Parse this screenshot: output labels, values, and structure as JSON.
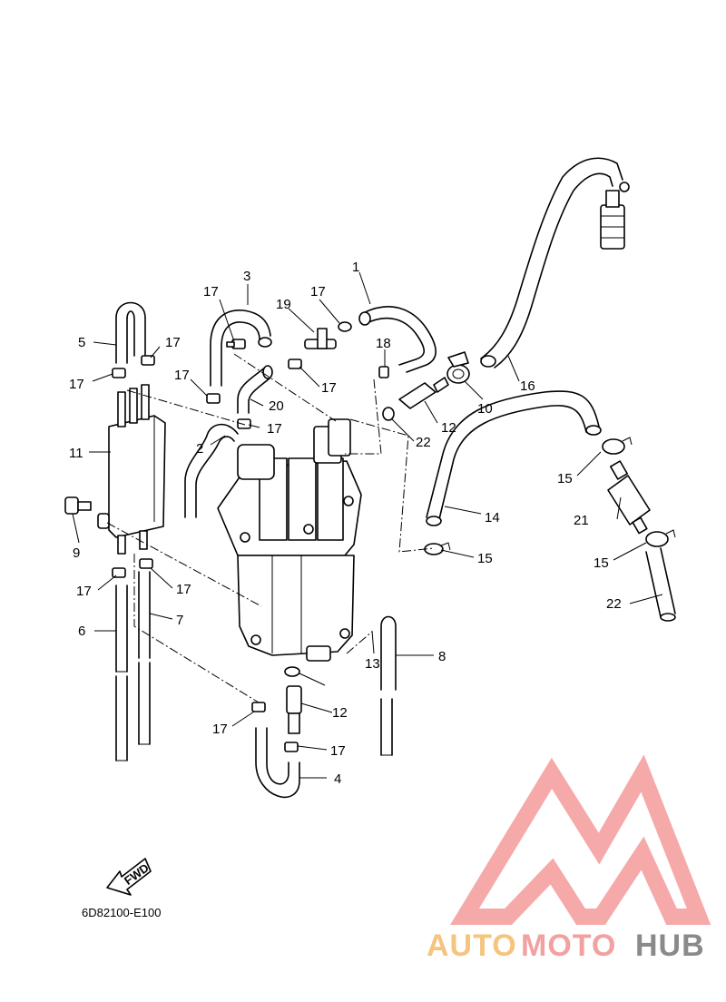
{
  "diagram": {
    "callouts": [
      {
        "id": "c1",
        "label": "1"
      },
      {
        "id": "c2",
        "label": "2"
      },
      {
        "id": "c3",
        "label": "3"
      },
      {
        "id": "c4",
        "label": "4"
      },
      {
        "id": "c5",
        "label": "5"
      },
      {
        "id": "c6",
        "label": "6"
      },
      {
        "id": "c7",
        "label": "7"
      },
      {
        "id": "c8",
        "label": "8"
      },
      {
        "id": "c9",
        "label": "9"
      },
      {
        "id": "c10",
        "label": "10"
      },
      {
        "id": "c11",
        "label": "11"
      },
      {
        "id": "c12a",
        "label": "12"
      },
      {
        "id": "c12b",
        "label": "12"
      },
      {
        "id": "c13",
        "label": "13"
      },
      {
        "id": "c14",
        "label": "14"
      },
      {
        "id": "c15a",
        "label": "15"
      },
      {
        "id": "c15b",
        "label": "15"
      },
      {
        "id": "c15c",
        "label": "15"
      },
      {
        "id": "c16",
        "label": "16"
      },
      {
        "id": "c17a",
        "label": "17"
      },
      {
        "id": "c17b",
        "label": "17"
      },
      {
        "id": "c17c",
        "label": "17"
      },
      {
        "id": "c17d",
        "label": "17"
      },
      {
        "id": "c17e",
        "label": "17"
      },
      {
        "id": "c17f",
        "label": "17"
      },
      {
        "id": "c17g",
        "label": "17"
      },
      {
        "id": "c17h",
        "label": "17"
      },
      {
        "id": "c17i",
        "label": "17"
      },
      {
        "id": "c17j",
        "label": "17"
      },
      {
        "id": "c17k",
        "label": "17"
      },
      {
        "id": "c18",
        "label": "18"
      },
      {
        "id": "c19",
        "label": "19"
      },
      {
        "id": "c20",
        "label": "20"
      },
      {
        "id": "c21",
        "label": "21"
      },
      {
        "id": "c22a",
        "label": "22"
      },
      {
        "id": "c22b",
        "label": "22"
      }
    ],
    "fwd_label": "FWD",
    "drawing_code": "6D82100-E100"
  },
  "watermark": {
    "text_part1": "AUTO",
    "text_part2": "MOTO",
    "text_part3": "HUB",
    "color_light": "#f5c47e",
    "color_mid": "#f3a0a0",
    "color_dark": "#8a8a8a",
    "logo_color": "#f59a9a"
  }
}
